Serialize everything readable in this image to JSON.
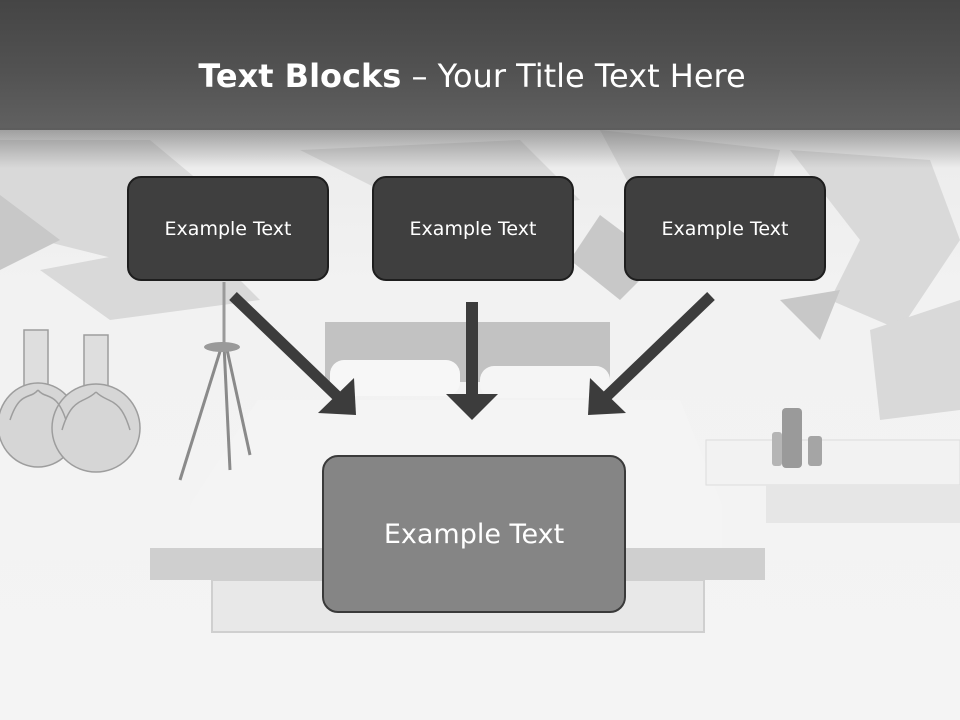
{
  "slide": {
    "title_bold": "Text Blocks",
    "title_rest": " – Your Title Text Here",
    "blocks": [
      {
        "label": "Example Text"
      },
      {
        "label": "Example Text"
      },
      {
        "label": "Example Text"
      }
    ],
    "center_block": {
      "label": "Example Text"
    }
  },
  "colors": {
    "title_bar": "#4a4a4a",
    "small_block": "#3f3f3f",
    "center_block": "#858585",
    "arrow": "#3c3c3c"
  },
  "icons": [
    "arrow-down-right-icon",
    "arrow-down-icon",
    "arrow-down-left-icon"
  ]
}
